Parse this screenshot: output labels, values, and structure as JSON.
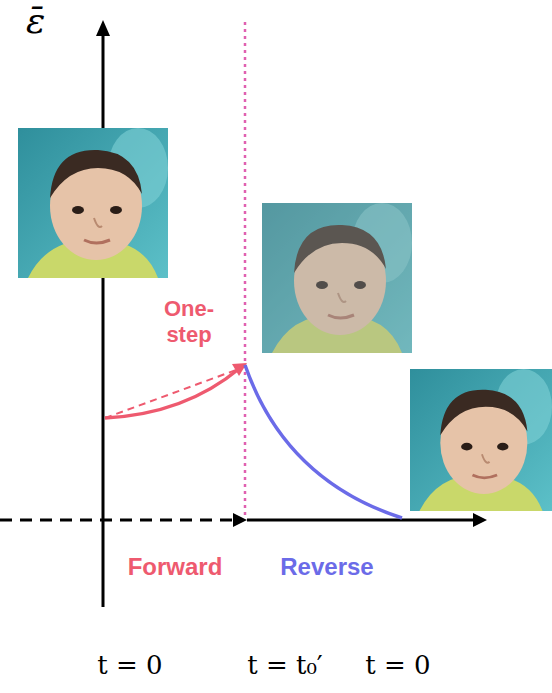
{
  "diagram": {
    "labels": [
      "ε̄",
      "One-step",
      "Forward",
      "Reverse",
      "t = 0",
      "t = t₀′",
      "t = 0"
    ]
  }
}
